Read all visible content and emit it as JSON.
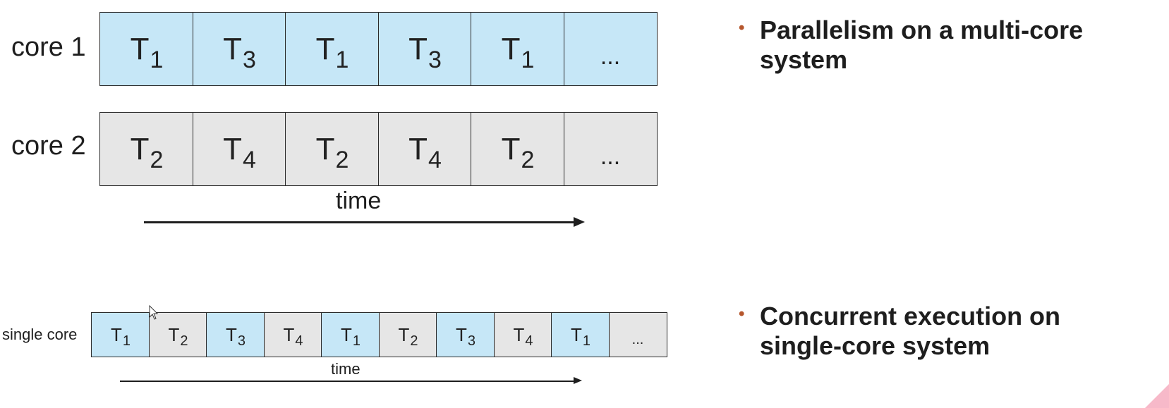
{
  "multi_core": {
    "cores": [
      {
        "label": "core 1",
        "color": "#c6e7f7",
        "cells": [
          {
            "t": "T",
            "s": "1"
          },
          {
            "t": "T",
            "s": "3"
          },
          {
            "t": "T",
            "s": "1"
          },
          {
            "t": "T",
            "s": "3"
          },
          {
            "t": "T",
            "s": "1"
          },
          {
            "t": "...",
            "s": ""
          }
        ]
      },
      {
        "label": "core 2",
        "color": "#e6e6e6",
        "cells": [
          {
            "t": "T",
            "s": "2"
          },
          {
            "t": "T",
            "s": "4"
          },
          {
            "t": "T",
            "s": "2"
          },
          {
            "t": "T",
            "s": "4"
          },
          {
            "t": "T",
            "s": "2"
          },
          {
            "t": "...",
            "s": ""
          }
        ]
      }
    ],
    "time_label": "time"
  },
  "single_core": {
    "label": "single core",
    "cells": [
      {
        "t": "T",
        "s": "1",
        "fill": "blue"
      },
      {
        "t": "T",
        "s": "2",
        "fill": "gray"
      },
      {
        "t": "T",
        "s": "3",
        "fill": "blue"
      },
      {
        "t": "T",
        "s": "4",
        "fill": "gray"
      },
      {
        "t": "T",
        "s": "1",
        "fill": "blue"
      },
      {
        "t": "T",
        "s": "2",
        "fill": "gray"
      },
      {
        "t": "T",
        "s": "3",
        "fill": "blue"
      },
      {
        "t": "T",
        "s": "4",
        "fill": "gray"
      },
      {
        "t": "T",
        "s": "1",
        "fill": "blue"
      },
      {
        "t": "...",
        "s": "",
        "fill": "gray"
      }
    ],
    "time_label": "time"
  },
  "bullets": [
    {
      "text": "Parallelism on a multi-core system"
    },
    {
      "text": "Concurrent execution on single-core system"
    }
  ],
  "colors": {
    "thread_blue": "#c6e7f7",
    "thread_gray": "#e6e6e6",
    "bullet": "#b5562c"
  },
  "icons": {
    "bullet": "bullet-dot-icon",
    "cursor": "mouse-pointer-icon"
  }
}
